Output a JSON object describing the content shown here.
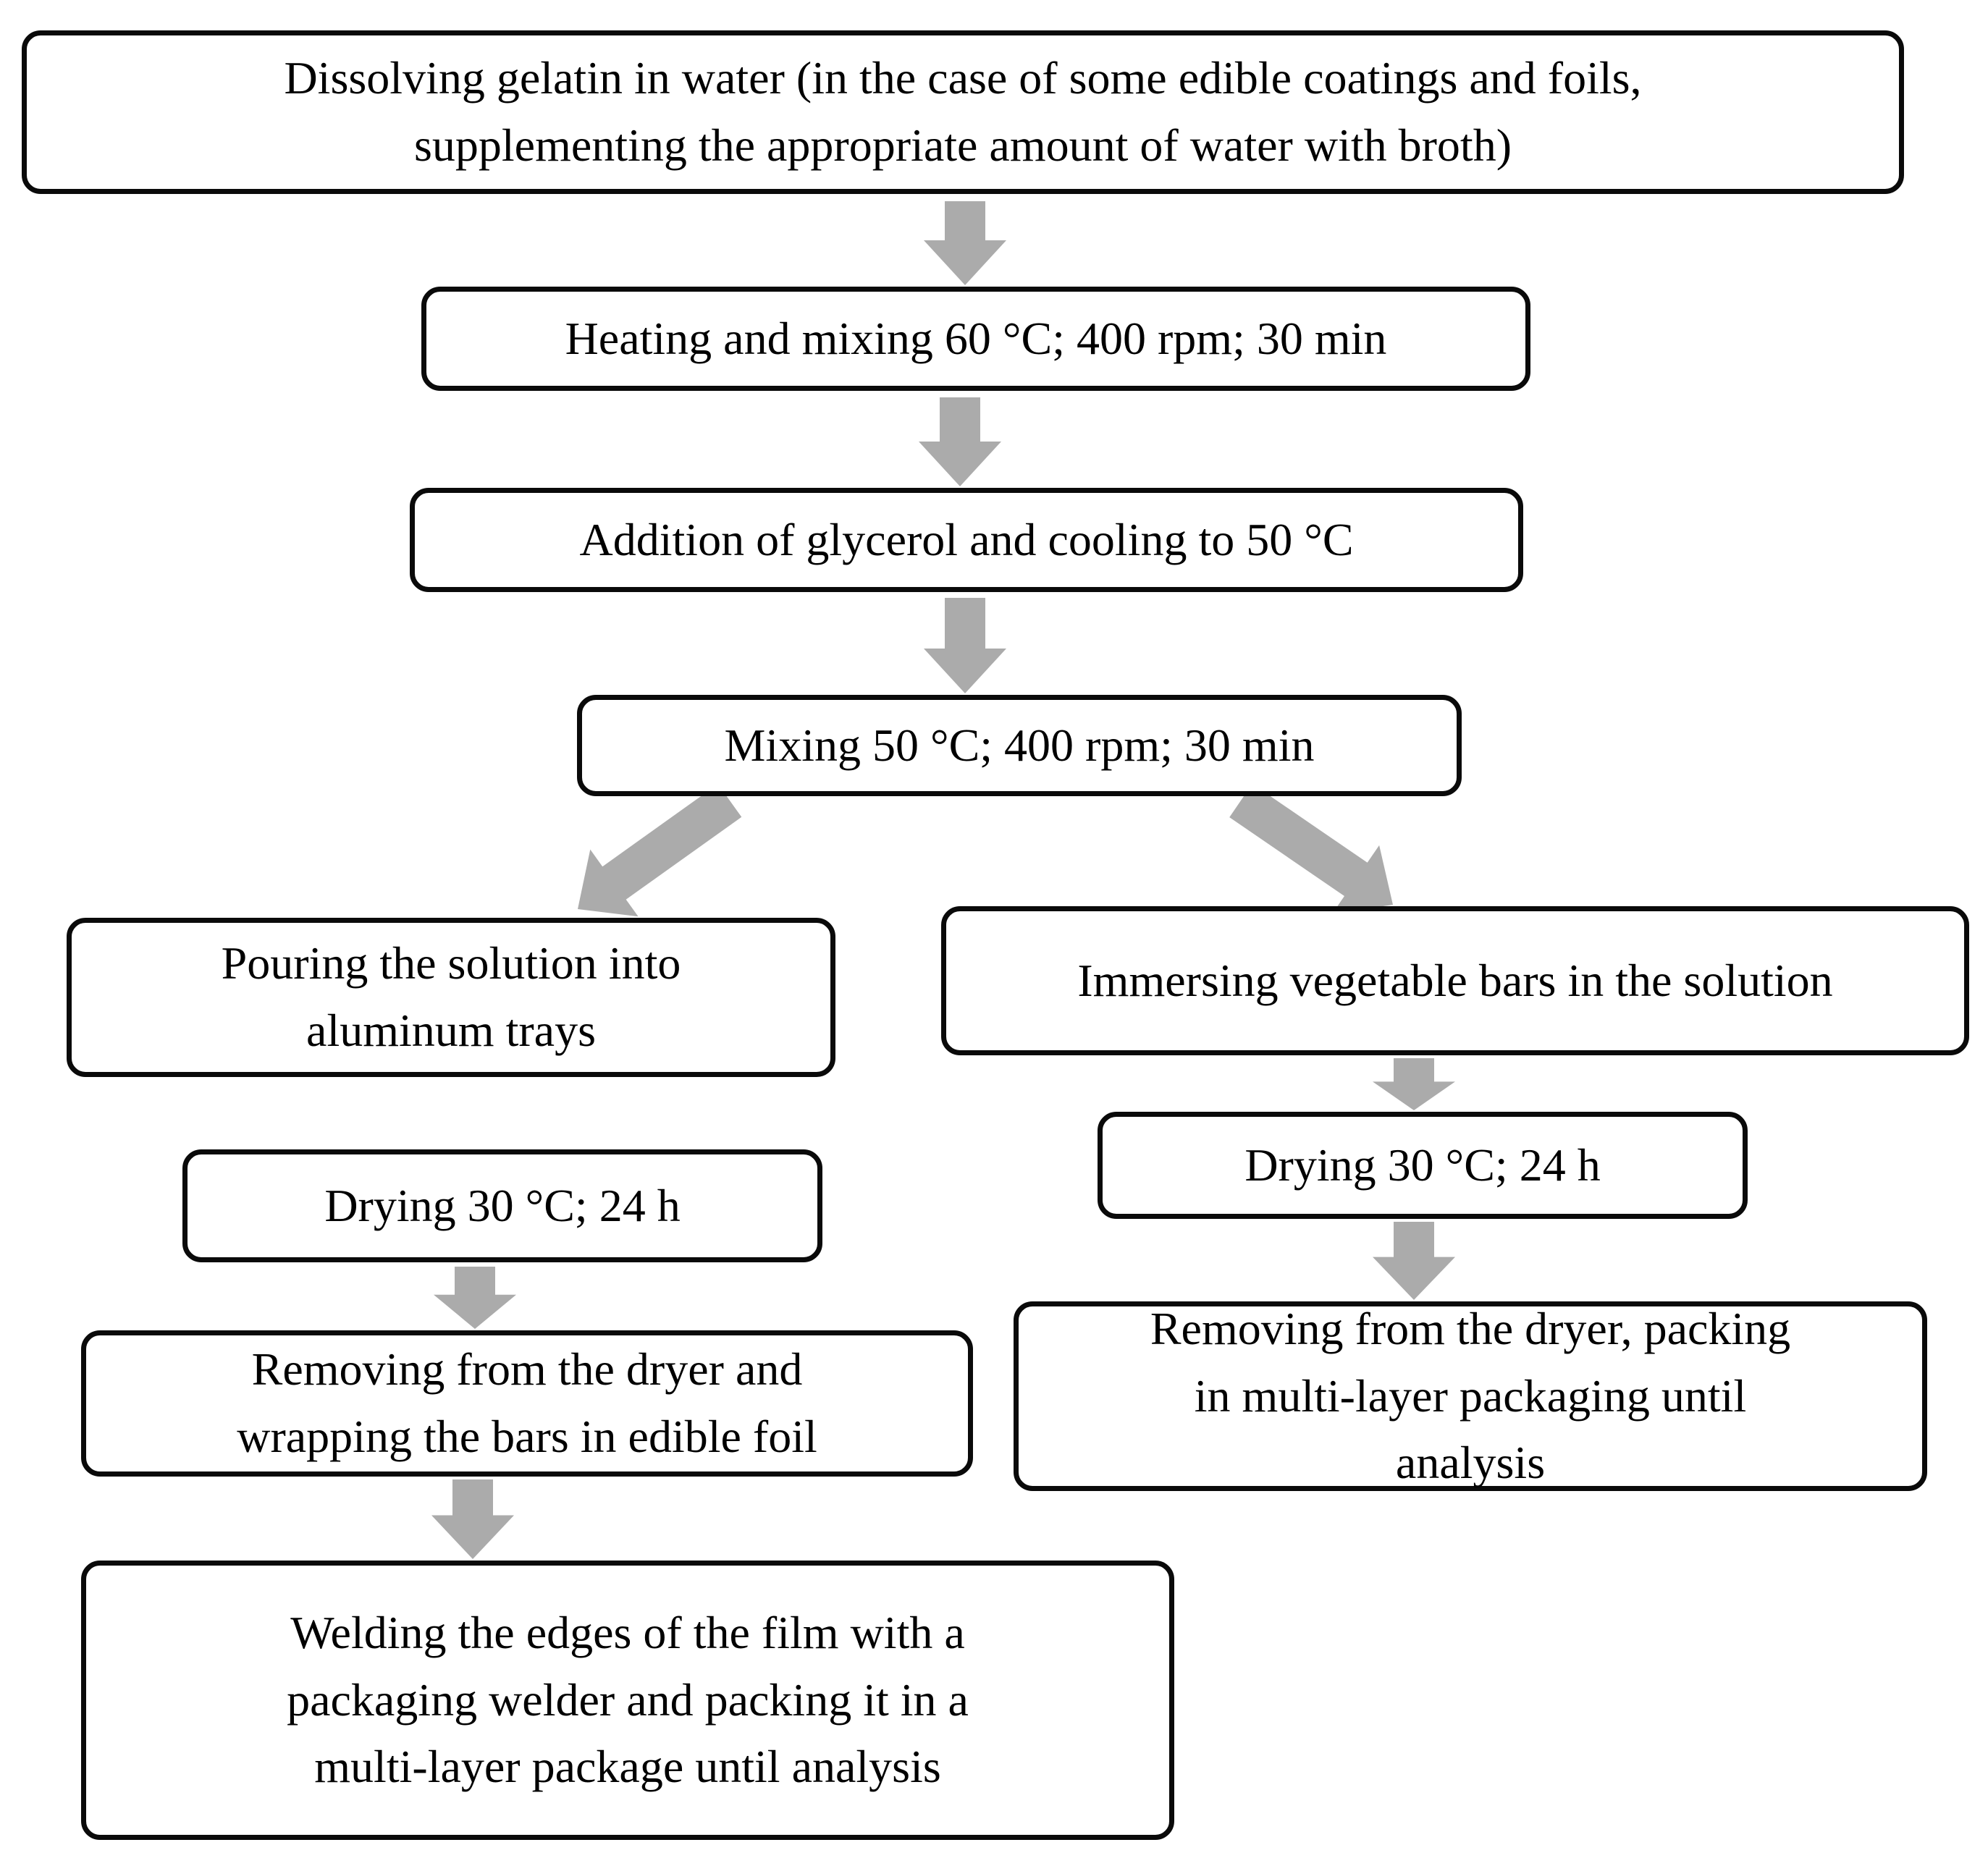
{
  "figure": {
    "title": "Flowchart of gelatin film, coating and bar preparation",
    "background_color": "#ffffff",
    "box_border_color": "#0a0a0a",
    "box_fill_color": "#ffffff",
    "text_color": "#000000",
    "arrow_color": "#ababab"
  },
  "nodes": {
    "dissolving": {
      "lines": [
        "Dissolving gelatin in water (in the case of some edible coatings and foils,",
        "supplementing the appropriate  amount of water with broth)"
      ]
    },
    "heating": {
      "lines": [
        "Heating and mixing 60 °C; 400 rpm; 30 min"
      ]
    },
    "glycerol": {
      "lines": [
        "Addition of glycerol and cooling to 50 °C"
      ]
    },
    "mixing": {
      "lines": [
        "Mixing 50 °C; 400 rpm; 30 min"
      ]
    },
    "pouring": {
      "lines": [
        "Pouring the solution into",
        "aluminum trays"
      ]
    },
    "immersing": {
      "lines": [
        "Immersing vegetable bars in the solution"
      ]
    },
    "drying_trays": {
      "lines": [
        "Drying 30 °C; 24 h"
      ]
    },
    "drying_bars": {
      "lines": [
        "Drying 30 °C; 24 h"
      ]
    },
    "removing_packing": {
      "lines": [
        "Removing from the dryer, packing",
        "in multi-layer  packaging  until",
        "analysis"
      ]
    },
    "removing_wrapping": {
      "lines": [
        "Removing from the dryer and",
        "wrapping  the bars in edible foil"
      ]
    },
    "welding": {
      "lines": [
        "Welding the edges of the film  with a",
        "packaging  welder and packing  it in a",
        "multi-layer package  until analysis"
      ]
    }
  },
  "edges": [
    {
      "from": "dissolving",
      "to": "heating"
    },
    {
      "from": "heating",
      "to": "glycerol"
    },
    {
      "from": "glycerol",
      "to": "mixing"
    },
    {
      "from": "mixing",
      "to": "pouring"
    },
    {
      "from": "mixing",
      "to": "immersing"
    },
    {
      "from": "immersing",
      "to": "drying_bars"
    },
    {
      "from": "drying_trays",
      "to": "removing_wrapping"
    },
    {
      "from": "drying_bars",
      "to": "removing_packing"
    },
    {
      "from": "removing_wrapping",
      "to": "welding"
    }
  ]
}
